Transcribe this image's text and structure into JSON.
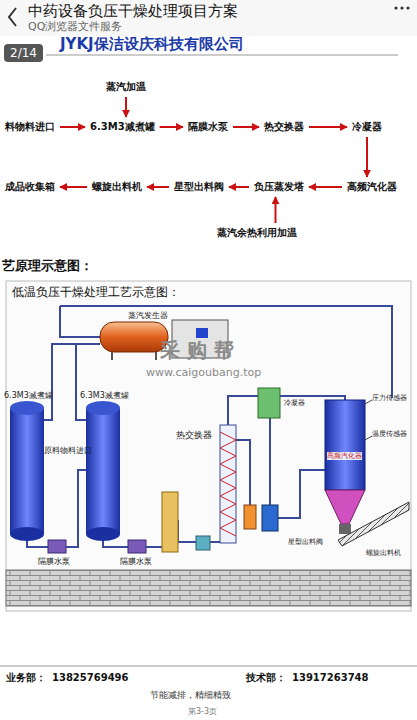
{
  "diagram": {
    "nodes": [
      {
        "text": [
          "蒸汽加温"
        ]
      },
      {
        "text": [
          "料物料进口"
        ]
      },
      {
        "text": [
          "6.3M3减煮罐"
        ]
      },
      {
        "text": [
          "隔膜水泵"
        ]
      },
      {
        "text": [
          "热交换器"
        ]
      },
      {
        "text": [
          "冷凝器"
        ]
      },
      {
        "text": [
          "成品收集箱"
        ]
      },
      {
        "text": [
          "螺旋出料机"
        ]
      },
      {
        "text": [
          "星型出料阀"
        ]
      },
      {
        "text": [
          "负压蒸发塔"
        ]
      },
      {
        "text": [
          "高频汽化器"
        ]
      },
      {
        "text": [
          "蒸汽余热利用加温"
        ]
      }
    ],
    "edges": [
      {
        "from": 0,
        "to": 2,
        "arrow": "to"
      },
      {
        "from": 1,
        "to": 2,
        "arrow": "to"
      },
      {
        "from": 2,
        "to": 3,
        "arrow": "to"
      },
      {
        "from": 3,
        "to": 4,
        "arrow": "to"
      },
      {
        "from": 4,
        "to": 5,
        "arrow": "to"
      },
      {
        "from": 5,
        "to": 10,
        "arrow": "to"
      },
      {
        "from": 10,
        "to": 9,
        "arrow": "to"
      },
      {
        "from": 9,
        "to": 8,
        "arrow": "to"
      },
      {
        "from": 8,
        "to": 7,
        "arrow": "to"
      },
      {
        "from": 7,
        "to": 6,
        "arrow": "to"
      },
      {
        "from": 11,
        "to": 9,
        "arrow": "to"
      }
    ],
    "labels": [
      "中药设备负压干燥处理项目方案",
      "QQ浏览器文件服务",
      "2/14",
      "JYKJ保洁设庆科技有限公司",
      "艺原理示意图：",
      "低温负压干燥处理工艺示意图：",
      "蒸汽发生器",
      "6.3M3减煮罐",
      "原料物料进口",
      "6.3M3减煮罐",
      "隔膜水泵",
      "隔膜水泵",
      "热交换器",
      "冷凝器",
      "压力传感器",
      "温度传感器",
      "高频汽化器",
      "星型出料阀",
      "螺旋出料机",
      "采 购 帮",
      "www.caigoubang.top",
      "业务部：",
      "13825769496",
      "技术部：",
      "13917263748",
      "节能减排，精细精致",
      "第3-3页"
    ]
  }
}
